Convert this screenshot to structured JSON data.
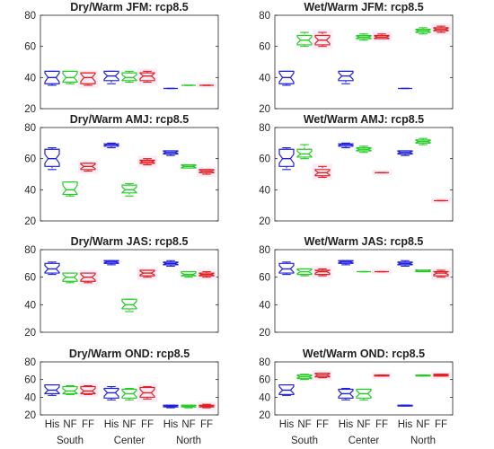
{
  "chart_data": [
    {
      "type": "boxplot",
      "title": "Dry/Warm JFM: rcp8.5",
      "ylim": [
        20,
        80
      ],
      "yticks": [
        "20",
        "40",
        "60",
        "80"
      ],
      "grid": false,
      "groups": [
        "South",
        "Center",
        "North"
      ],
      "series": [
        "His",
        "NF",
        "FF"
      ],
      "series_colors": [
        "#1f1fe0",
        "#22cc22",
        "#e02020"
      ],
      "boxes": [
        {
          "group": "South",
          "series": "His",
          "q1": 36,
          "median": 40,
          "q3": 44,
          "whisker_low": 35,
          "whisker_high": 44
        },
        {
          "group": "South",
          "series": "NF",
          "q1": 37,
          "median": 40,
          "q3": 44,
          "whisker_low": 36,
          "whisker_high": 44
        },
        {
          "group": "South",
          "series": "FF",
          "q1": 36,
          "median": 40,
          "q3": 43,
          "whisker_low": 35,
          "whisker_high": 43
        },
        {
          "group": "Center",
          "series": "His",
          "q1": 38,
          "median": 41,
          "q3": 44,
          "whisker_low": 36,
          "whisker_high": 44
        },
        {
          "group": "Center",
          "series": "NF",
          "q1": 38,
          "median": 40,
          "q3": 43,
          "whisker_low": 37,
          "whisker_high": 44
        },
        {
          "group": "Center",
          "series": "FF",
          "q1": 38,
          "median": 41,
          "q3": 43,
          "whisker_low": 37,
          "whisker_high": 44
        },
        {
          "group": "North",
          "series": "His",
          "q1": 33,
          "median": 33,
          "q3": 33,
          "whisker_low": 33,
          "whisker_high": 33
        },
        {
          "group": "North",
          "series": "NF",
          "q1": 35,
          "median": 35,
          "q3": 35,
          "whisker_low": 35,
          "whisker_high": 35
        },
        {
          "group": "North",
          "series": "FF",
          "q1": 35,
          "median": 35,
          "q3": 35,
          "whisker_low": 35,
          "whisker_high": 35
        }
      ]
    },
    {
      "type": "boxplot",
      "title": "Wet/Warm JFM: rcp8.5",
      "ylim": [
        20,
        80
      ],
      "yticks": [
        "20",
        "40",
        "60",
        "80"
      ],
      "grid": false,
      "groups": [
        "South",
        "Center",
        "North"
      ],
      "series": [
        "His",
        "NF",
        "FF"
      ],
      "series_colors": [
        "#1f1fe0",
        "#22cc22",
        "#e02020"
      ],
      "boxes": [
        {
          "group": "South",
          "series": "His",
          "q1": 36,
          "median": 40,
          "q3": 44,
          "whisker_low": 35,
          "whisker_high": 44
        },
        {
          "group": "South",
          "series": "NF",
          "q1": 61,
          "median": 64,
          "q3": 67,
          "whisker_low": 60,
          "whisker_high": 69
        },
        {
          "group": "South",
          "series": "FF",
          "q1": 61,
          "median": 64,
          "q3": 67,
          "whisker_low": 60,
          "whisker_high": 69
        },
        {
          "group": "Center",
          "series": "His",
          "q1": 38,
          "median": 41,
          "q3": 44,
          "whisker_low": 36,
          "whisker_high": 44
        },
        {
          "group": "Center",
          "series": "NF",
          "q1": 65,
          "median": 66,
          "q3": 67,
          "whisker_low": 64,
          "whisker_high": 68
        },
        {
          "group": "Center",
          "series": "FF",
          "q1": 65,
          "median": 66,
          "q3": 67,
          "whisker_low": 65,
          "whisker_high": 68
        },
        {
          "group": "North",
          "series": "His",
          "q1": 33,
          "median": 33,
          "q3": 33,
          "whisker_low": 33,
          "whisker_high": 33
        },
        {
          "group": "North",
          "series": "NF",
          "q1": 69,
          "median": 70,
          "q3": 71,
          "whisker_low": 68,
          "whisker_high": 72
        },
        {
          "group": "North",
          "series": "FF",
          "q1": 70,
          "median": 71,
          "q3": 72,
          "whisker_low": 69,
          "whisker_high": 73
        }
      ]
    },
    {
      "type": "boxplot",
      "title": "Dry/Warm AMJ: rcp8.5",
      "ylim": [
        20,
        80
      ],
      "yticks": [
        "20",
        "40",
        "60",
        "80"
      ],
      "grid": false,
      "groups": [
        "South",
        "Center",
        "North"
      ],
      "series": [
        "His",
        "NF",
        "FF"
      ],
      "series_colors": [
        "#1f1fe0",
        "#22cc22",
        "#e02020"
      ],
      "boxes": [
        {
          "group": "South",
          "series": "His",
          "q1": 55,
          "median": 60,
          "q3": 66,
          "whisker_low": 53,
          "whisker_high": 67
        },
        {
          "group": "South",
          "series": "NF",
          "q1": 37,
          "median": 40,
          "q3": 45,
          "whisker_low": 36,
          "whisker_high": 45
        },
        {
          "group": "South",
          "series": "FF",
          "q1": 53,
          "median": 55,
          "q3": 57,
          "whisker_low": 52,
          "whisker_high": 57
        },
        {
          "group": "Center",
          "series": "His",
          "q1": 68,
          "median": 69,
          "q3": 69.5,
          "whisker_low": 67,
          "whisker_high": 70
        },
        {
          "group": "Center",
          "series": "NF",
          "q1": 38,
          "median": 40,
          "q3": 43,
          "whisker_low": 36,
          "whisker_high": 44
        },
        {
          "group": "Center",
          "series": "FF",
          "q1": 57,
          "median": 58,
          "q3": 59,
          "whisker_low": 56,
          "whisker_high": 60
        },
        {
          "group": "North",
          "series": "His",
          "q1": 63,
          "median": 64,
          "q3": 65,
          "whisker_low": 62,
          "whisker_high": 65
        },
        {
          "group": "North",
          "series": "NF",
          "q1": 54,
          "median": 55,
          "q3": 56,
          "whisker_low": 54,
          "whisker_high": 56
        },
        {
          "group": "North",
          "series": "FF",
          "q1": 51,
          "median": 52,
          "q3": 53,
          "whisker_low": 50,
          "whisker_high": 53
        }
      ]
    },
    {
      "type": "boxplot",
      "title": "Wet/Warm AMJ: rcp8.5",
      "ylim": [
        20,
        80
      ],
      "yticks": [
        "20",
        "40",
        "60",
        "80"
      ],
      "grid": false,
      "groups": [
        "South",
        "Center",
        "North"
      ],
      "series": [
        "His",
        "NF",
        "FF"
      ],
      "series_colors": [
        "#1f1fe0",
        "#22cc22",
        "#e02020"
      ],
      "boxes": [
        {
          "group": "South",
          "series": "His",
          "q1": 55,
          "median": 60,
          "q3": 66,
          "whisker_low": 53,
          "whisker_high": 67
        },
        {
          "group": "South",
          "series": "NF",
          "q1": 61,
          "median": 63,
          "q3": 66,
          "whisker_low": 60,
          "whisker_high": 69
        },
        {
          "group": "South",
          "series": "FF",
          "q1": 49,
          "median": 51,
          "q3": 53,
          "whisker_low": 48,
          "whisker_high": 55
        },
        {
          "group": "Center",
          "series": "His",
          "q1": 68,
          "median": 69,
          "q3": 69.5,
          "whisker_low": 67,
          "whisker_high": 70
        },
        {
          "group": "Center",
          "series": "NF",
          "q1": 65,
          "median": 66,
          "q3": 67,
          "whisker_low": 64,
          "whisker_high": 68
        },
        {
          "group": "Center",
          "series": "FF",
          "q1": 51,
          "median": 51,
          "q3": 51,
          "whisker_low": 51,
          "whisker_high": 51
        },
        {
          "group": "North",
          "series": "His",
          "q1": 63,
          "median": 64,
          "q3": 65,
          "whisker_low": 62,
          "whisker_high": 65
        },
        {
          "group": "North",
          "series": "NF",
          "q1": 70,
          "median": 71,
          "q3": 72,
          "whisker_low": 69,
          "whisker_high": 73
        },
        {
          "group": "North",
          "series": "FF",
          "q1": 33,
          "median": 33,
          "q3": 33,
          "whisker_low": 33,
          "whisker_high": 33
        }
      ]
    },
    {
      "type": "boxplot",
      "title": "Dry/Warm JAS: rcp8.5",
      "ylim": [
        20,
        80
      ],
      "yticks": [
        "20",
        "40",
        "60",
        "80"
      ],
      "grid": false,
      "groups": [
        "South",
        "Center",
        "North"
      ],
      "series": [
        "His",
        "NF",
        "FF"
      ],
      "series_colors": [
        "#1f1fe0",
        "#22cc22",
        "#e02020"
      ],
      "boxes": [
        {
          "group": "South",
          "series": "His",
          "q1": 63,
          "median": 66,
          "q3": 70,
          "whisker_low": 62,
          "whisker_high": 71
        },
        {
          "group": "South",
          "series": "NF",
          "q1": 57,
          "median": 60,
          "q3": 63,
          "whisker_low": 56,
          "whisker_high": 63
        },
        {
          "group": "South",
          "series": "FF",
          "q1": 57,
          "median": 60,
          "q3": 63,
          "whisker_low": 56,
          "whisker_high": 63
        },
        {
          "group": "Center",
          "series": "His",
          "q1": 70,
          "median": 71,
          "q3": 72,
          "whisker_low": 69,
          "whisker_high": 72
        },
        {
          "group": "Center",
          "series": "NF",
          "q1": 37,
          "median": 40,
          "q3": 44,
          "whisker_low": 35,
          "whisker_high": 44
        },
        {
          "group": "Center",
          "series": "FF",
          "q1": 61,
          "median": 63,
          "q3": 65,
          "whisker_low": 60,
          "whisker_high": 65
        },
        {
          "group": "North",
          "series": "His",
          "q1": 69,
          "median": 70,
          "q3": 71,
          "whisker_low": 68,
          "whisker_high": 72
        },
        {
          "group": "North",
          "series": "NF",
          "q1": 61,
          "median": 62,
          "q3": 64,
          "whisker_low": 60,
          "whisker_high": 64
        },
        {
          "group": "North",
          "series": "FF",
          "q1": 61,
          "median": 62,
          "q3": 63,
          "whisker_low": 60,
          "whisker_high": 64
        }
      ]
    },
    {
      "type": "boxplot",
      "title": "Wet/Warm JAS: rcp8.5",
      "ylim": [
        20,
        80
      ],
      "yticks": [
        "20",
        "40",
        "60",
        "80"
      ],
      "grid": false,
      "groups": [
        "South",
        "Center",
        "North"
      ],
      "series": [
        "His",
        "NF",
        "FF"
      ],
      "series_colors": [
        "#1f1fe0",
        "#22cc22",
        "#e02020"
      ],
      "boxes": [
        {
          "group": "South",
          "series": "His",
          "q1": 63,
          "median": 66,
          "q3": 70,
          "whisker_low": 62,
          "whisker_high": 71
        },
        {
          "group": "South",
          "series": "NF",
          "q1": 62,
          "median": 64,
          "q3": 66,
          "whisker_low": 61,
          "whisker_high": 66
        },
        {
          "group": "South",
          "series": "FF",
          "q1": 62,
          "median": 64,
          "q3": 65,
          "whisker_low": 61,
          "whisker_high": 66
        },
        {
          "group": "Center",
          "series": "His",
          "q1": 70,
          "median": 71,
          "q3": 72,
          "whisker_low": 69,
          "whisker_high": 72
        },
        {
          "group": "Center",
          "series": "NF",
          "q1": 64,
          "median": 64,
          "q3": 64,
          "whisker_low": 64,
          "whisker_high": 64
        },
        {
          "group": "Center",
          "series": "FF",
          "q1": 64,
          "median": 64,
          "q3": 64,
          "whisker_low": 64,
          "whisker_high": 64
        },
        {
          "group": "North",
          "series": "His",
          "q1": 69,
          "median": 70,
          "q3": 71,
          "whisker_low": 68,
          "whisker_high": 72
        },
        {
          "group": "North",
          "series": "NF",
          "q1": 64,
          "median": 65,
          "q3": 65,
          "whisker_low": 64,
          "whisker_high": 65
        },
        {
          "group": "North",
          "series": "FF",
          "q1": 61,
          "median": 63,
          "q3": 64,
          "whisker_low": 60,
          "whisker_high": 65
        }
      ]
    },
    {
      "type": "boxplot",
      "title": "Dry/Warm OND: rcp8.5",
      "ylim": [
        20,
        80
      ],
      "yticks": [
        "20",
        "40",
        "60",
        "80"
      ],
      "grid": false,
      "groups": [
        "South",
        "Center",
        "North"
      ],
      "series": [
        "His",
        "NF",
        "FF"
      ],
      "series_colors": [
        "#1f1fe0",
        "#22cc22",
        "#e02020"
      ],
      "boxes": [
        {
          "group": "South",
          "series": "His",
          "q1": 44,
          "median": 48,
          "q3": 54,
          "whisker_low": 42,
          "whisker_high": 54
        },
        {
          "group": "South",
          "series": "NF",
          "q1": 44,
          "median": 47,
          "q3": 52,
          "whisker_low": 43,
          "whisker_high": 53
        },
        {
          "group": "South",
          "series": "FF",
          "q1": 44,
          "median": 47,
          "q3": 52,
          "whisker_low": 43,
          "whisker_high": 53
        },
        {
          "group": "Center",
          "series": "His",
          "q1": 39,
          "median": 45,
          "q3": 50,
          "whisker_low": 37,
          "whisker_high": 52
        },
        {
          "group": "Center",
          "series": "NF",
          "q1": 39,
          "median": 44,
          "q3": 49,
          "whisker_low": 37,
          "whisker_high": 50
        },
        {
          "group": "Center",
          "series": "FF",
          "q1": 40,
          "median": 45,
          "q3": 51,
          "whisker_low": 38,
          "whisker_high": 52
        },
        {
          "group": "North",
          "series": "His",
          "q1": 29,
          "median": 30,
          "q3": 31,
          "whisker_low": 28,
          "whisker_high": 31
        },
        {
          "group": "North",
          "series": "NF",
          "q1": 29,
          "median": 30,
          "q3": 31,
          "whisker_low": 28,
          "whisker_high": 31
        },
        {
          "group": "North",
          "series": "FF",
          "q1": 29,
          "median": 30,
          "q3": 31,
          "whisker_low": 28,
          "whisker_high": 32
        }
      ]
    },
    {
      "type": "boxplot",
      "title": "Wet/Warm OND: rcp8.5",
      "ylim": [
        20,
        80
      ],
      "yticks": [
        "20",
        "40",
        "60",
        "80"
      ],
      "grid": false,
      "groups": [
        "South",
        "Center",
        "North"
      ],
      "series": [
        "His",
        "NF",
        "FF"
      ],
      "series_colors": [
        "#1f1fe0",
        "#22cc22",
        "#e02020"
      ],
      "boxes": [
        {
          "group": "South",
          "series": "His",
          "q1": 43,
          "median": 48,
          "q3": 54,
          "whisker_low": 42,
          "whisker_high": 54
        },
        {
          "group": "South",
          "series": "NF",
          "q1": 61,
          "median": 63,
          "q3": 65,
          "whisker_low": 60,
          "whisker_high": 66
        },
        {
          "group": "South",
          "series": "FF",
          "q1": 63,
          "median": 65,
          "q3": 67,
          "whisker_low": 62,
          "whisker_high": 67
        },
        {
          "group": "Center",
          "series": "His",
          "q1": 39,
          "median": 44,
          "q3": 49,
          "whisker_low": 37,
          "whisker_high": 50
        },
        {
          "group": "Center",
          "series": "NF",
          "q1": 39,
          "median": 44,
          "q3": 49,
          "whisker_low": 37,
          "whisker_high": 49
        },
        {
          "group": "Center",
          "series": "FF",
          "q1": 64,
          "median": 65,
          "q3": 65,
          "whisker_low": 64,
          "whisker_high": 65
        },
        {
          "group": "North",
          "series": "His",
          "q1": 30,
          "median": 31,
          "q3": 31,
          "whisker_low": 30,
          "whisker_high": 31
        },
        {
          "group": "North",
          "series": "NF",
          "q1": 64,
          "median": 65,
          "q3": 65,
          "whisker_low": 64,
          "whisker_high": 65
        },
        {
          "group": "North",
          "series": "FF",
          "q1": 64,
          "median": 65,
          "q3": 66,
          "whisker_low": 64,
          "whisker_high": 66
        }
      ]
    }
  ]
}
